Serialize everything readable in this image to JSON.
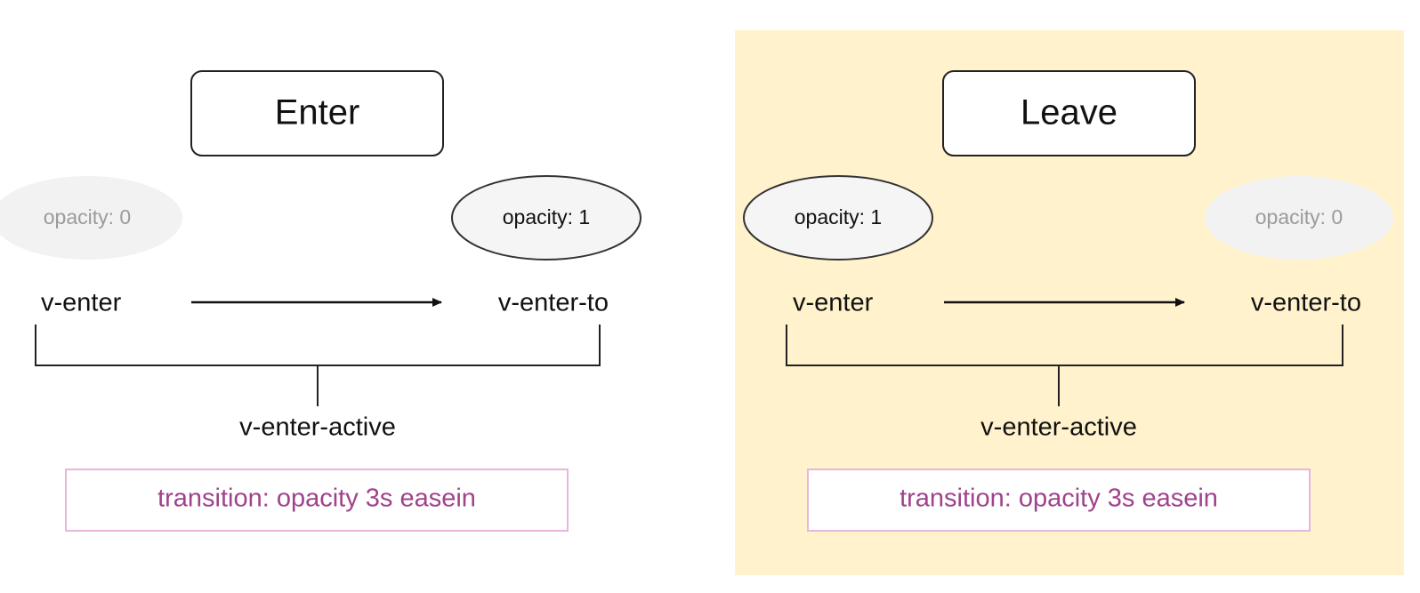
{
  "colors": {
    "background": "#ffffff",
    "leave_panel_bg": "#fff2cc",
    "box_stroke": "#222222",
    "box_fill": "#ffffff",
    "ellipse_active_fill": "#f5f5f5",
    "ellipse_active_stroke": "#333333",
    "ellipse_faded_fill": "#f2f2f2",
    "faded_text": "#9b9b9b",
    "text": "#111111",
    "transition_text": "#a0428c",
    "transition_border": "#e7b6dc"
  },
  "panels": {
    "enter": {
      "title": "Enter",
      "left_state": "opacity: 0",
      "right_state": "opacity: 1",
      "from_class": "v-enter",
      "to_class": "v-enter-to",
      "active_class": "v-enter-active",
      "transition": "transition: opacity 3s easein"
    },
    "leave": {
      "title": "Leave",
      "left_state": "opacity: 1",
      "right_state": "opacity: 0",
      "from_class": "v-enter",
      "to_class": "v-enter-to",
      "active_class": "v-enter-active",
      "transition": "transition: opacity 3s easein"
    }
  }
}
